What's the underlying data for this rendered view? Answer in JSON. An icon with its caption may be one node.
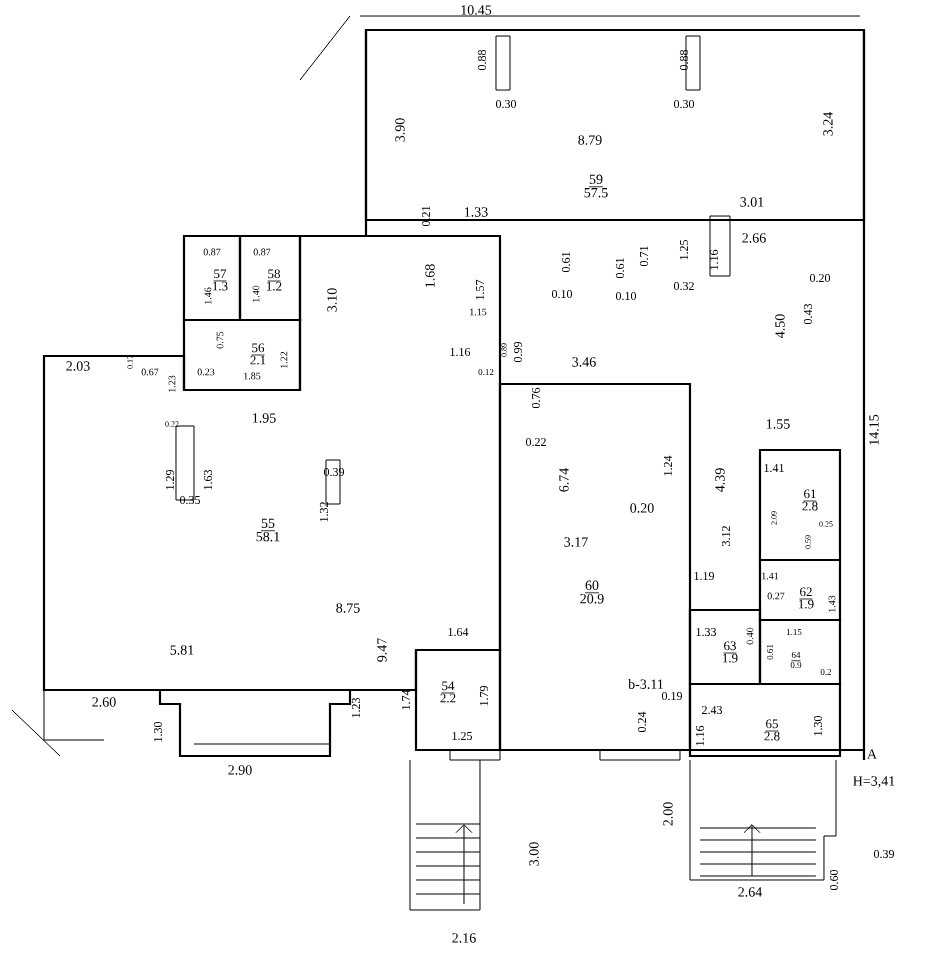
{
  "diagram": {
    "nodes": [
      {
        "text": [
          "59",
          "57.5"
        ]
      },
      {
        "text": [
          "57",
          "1.3"
        ]
      },
      {
        "text": [
          "58",
          "1.2"
        ]
      },
      {
        "text": [
          "56",
          "2.1"
        ]
      },
      {
        "text": [
          "55",
          "58.1"
        ]
      },
      {
        "text": [
          "60",
          "20.9"
        ]
      },
      {
        "text": [
          "61",
          "2.8"
        ]
      },
      {
        "text": [
          "62",
          "1.9"
        ]
      },
      {
        "text": [
          "63",
          "1.9"
        ]
      },
      {
        "text": [
          "64",
          "0.9"
        ]
      },
      {
        "text": [
          "65",
          "2.8"
        ]
      },
      {
        "text": [
          "54",
          "2.2"
        ]
      }
    ],
    "labels": [
      "10.45",
      "0.88",
      "0.88",
      "3.90",
      "0.30",
      "0.30",
      "8.79",
      "3.24",
      "0.21",
      "1.33",
      "3.01",
      "1.25",
      "1.16",
      "2.66",
      "0.61",
      "0.61",
      "0.71",
      "0.10",
      "0.10",
      "0.32",
      "0.20",
      "0.43",
      "1.57",
      "1.15",
      "0.87",
      "0.87",
      "1.46",
      "1.40",
      "3.10",
      "1.68",
      "1.16",
      "0.89",
      "0.12",
      "0.99",
      "3.46",
      "4.50",
      "14.15",
      "0.75",
      "1.22",
      "0.23",
      "1.85",
      "0.17",
      "0.67",
      "2.03",
      "1.23",
      "1.95",
      "0.22",
      "0.76",
      "0.22",
      "1.55",
      "1.24",
      "1.41",
      "1.29",
      "1.63",
      "0.35",
      "0.39",
      "1.32",
      "6.74",
      "4.39",
      "0.20",
      "2.09",
      "0.25",
      "3.17",
      "3.12",
      "0.59",
      "1.19",
      "1.41",
      "0.27",
      "1.43",
      "8.75",
      "5.81",
      "9.47",
      "1.64",
      "1.33",
      "0.40",
      "0.61",
      "1.15",
      "0.2",
      "b-3.11",
      "0.19",
      "1.74",
      "1.79",
      "1.23",
      "2.60",
      "1.30",
      "1.25",
      "0.24",
      "2.43",
      "1.16",
      "1.30",
      "2.90",
      "A",
      "H=3,41",
      "2.00",
      "3.00",
      "2.64",
      "0.39",
      "0.60",
      "2.16"
    ]
  }
}
